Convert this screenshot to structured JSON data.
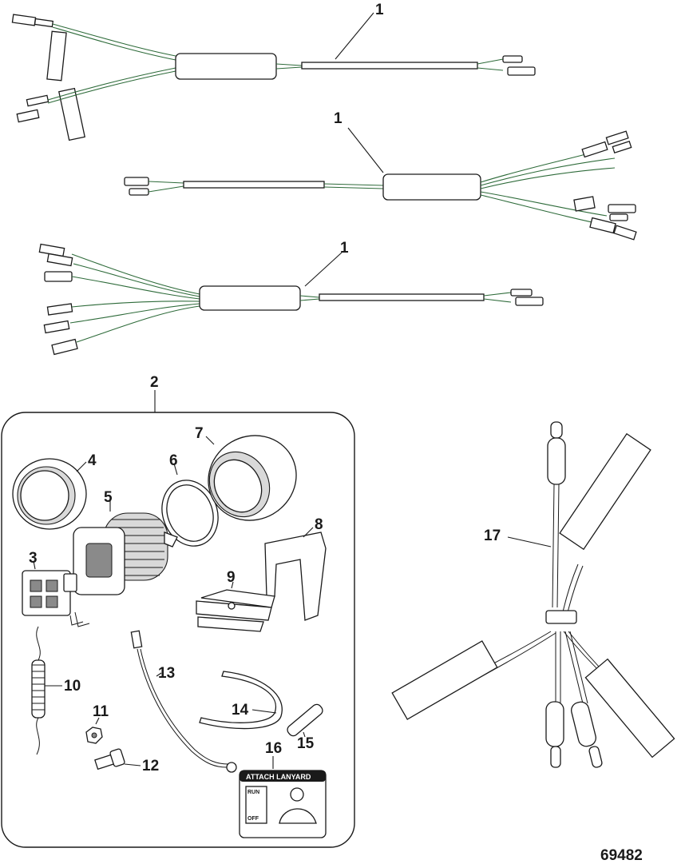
{
  "figure": {
    "id": "69482",
    "callouts": {
      "c1a": "1",
      "c1b": "1",
      "c1c": "1",
      "c2": "2",
      "c3": "3",
      "c4": "4",
      "c5": "5",
      "c6": "6",
      "c7": "7",
      "c8": "8",
      "c9": "9",
      "c10": "10",
      "c11": "11",
      "c12": "12",
      "c13": "13",
      "c14": "14",
      "c15": "15",
      "c16": "16",
      "c17": "17"
    },
    "decal": {
      "title": "ATTACH LANYARD",
      "run": "RUN",
      "off": "OFF"
    }
  }
}
